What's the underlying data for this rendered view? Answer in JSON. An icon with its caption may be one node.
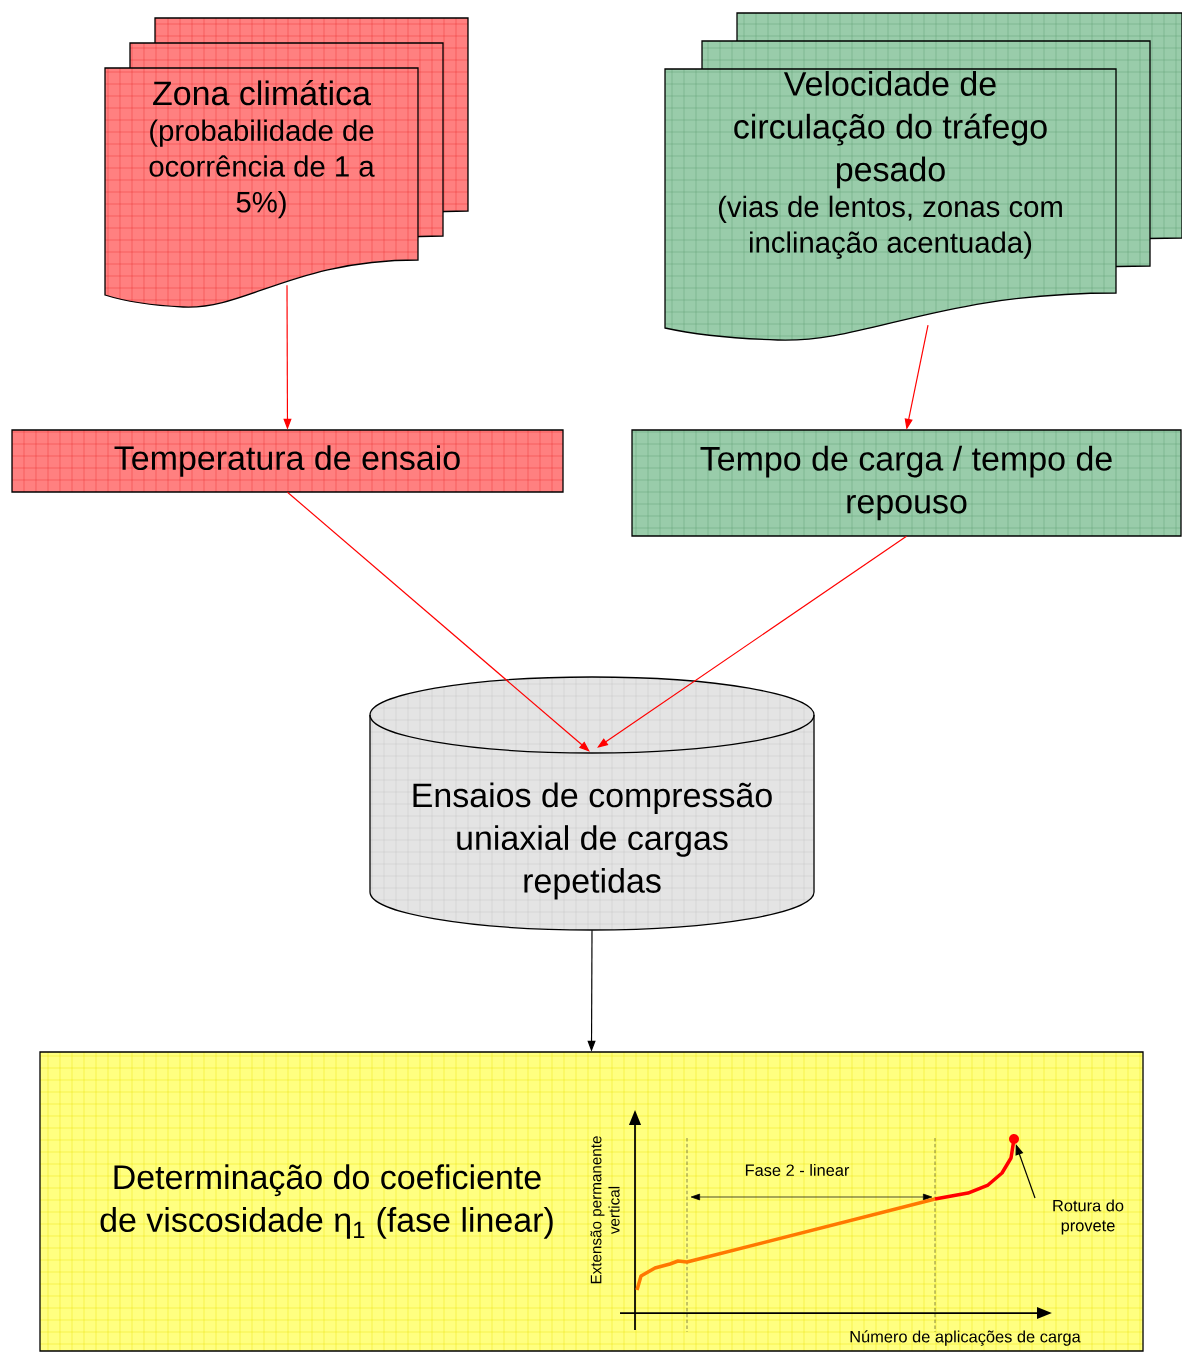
{
  "diagram": {
    "nodes": [
      {
        "text": [
          "Zona climática",
          "(probabilidade de ocorrência de 1 a 5%)"
        ]
      },
      {
        "text": [
          "Velocidade de circulação do tráfego pesado",
          "(vias de lentos, zonas com inclinação acentuada)"
        ]
      },
      {
        "text": [
          "Temperatura de ensaio"
        ]
      },
      {
        "text": [
          "Tempo de carga / tempo de repouso"
        ]
      },
      {
        "text": [
          "Ensaios de compressão uniaxial de cargas repetidas"
        ]
      },
      {
        "text": [
          "Determinação do coeficiente de viscosidade η$_{1}$ (fase linear)"
        ]
      },
      {
        "text": [
          "Rotura do provete"
        ],
        "in": 5
      },
      {
        "text": [],
        "shape": "circle",
        "in": 5
      }
    ],
    "edges": [
      {
        "from": 0,
        "to": 2,
        "arrow": "to"
      },
      {
        "from": 1,
        "to": 3,
        "arrow": "to"
      },
      {
        "from": 2,
        "to": 4,
        "arrow": "to"
      },
      {
        "from": 3,
        "to": 4,
        "arrow": "to"
      },
      {
        "from": 4,
        "to": 5,
        "arrow": "to",
        "color": "#000000"
      },
      {
        "from": 6,
        "to": 7,
        "arrow": "to",
        "color": "#000000"
      }
    ],
    "labels": [
      "Fase 2 - linear",
      "Extensão permanente vertical",
      "Número de aplicações de carga"
    ]
  }
}
